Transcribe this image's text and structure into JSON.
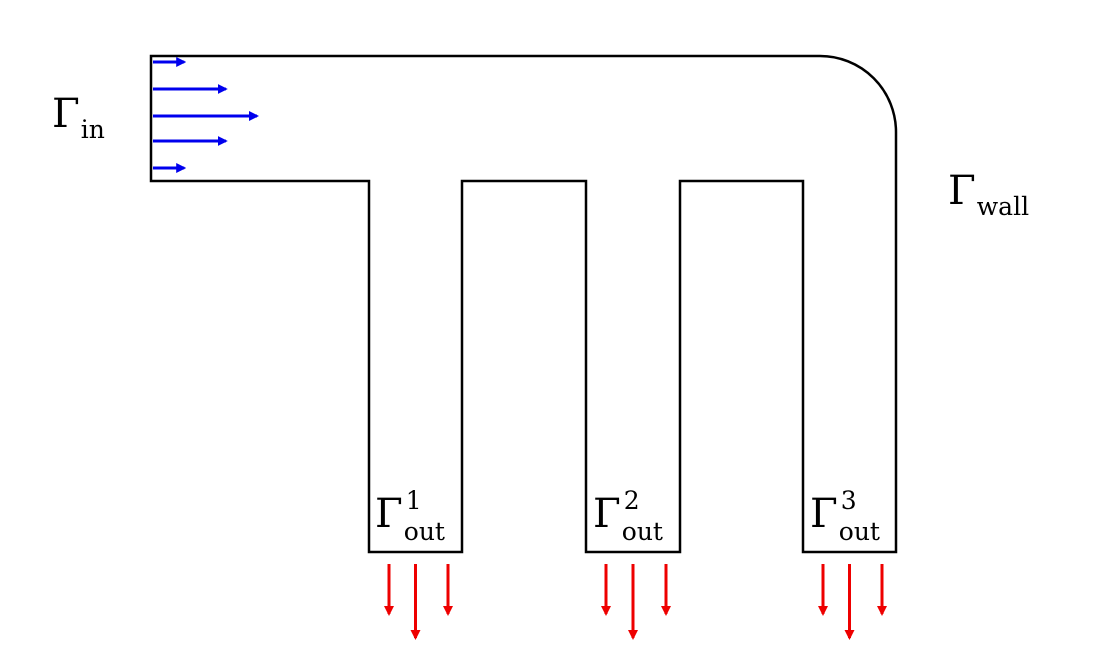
{
  "diagram": {
    "labels": {
      "inlet": {
        "symbol": "Γ",
        "subscript": "in"
      },
      "wall": {
        "symbol": "Γ",
        "subscript": "wall"
      },
      "outlets": [
        {
          "symbol": "Γ",
          "superscript": "1",
          "subscript": "out"
        },
        {
          "symbol": "Γ",
          "superscript": "2",
          "subscript": "out"
        },
        {
          "symbol": "Γ",
          "superscript": "3",
          "subscript": "out"
        }
      ]
    },
    "colors": {
      "outline": "#000000",
      "inflow_arrows": "#0000ee",
      "outflow_arrows": "#ee0000"
    },
    "inflow_profile_relative_lengths": [
      0.3,
      0.7,
      1.0,
      0.7,
      0.3
    ]
  }
}
